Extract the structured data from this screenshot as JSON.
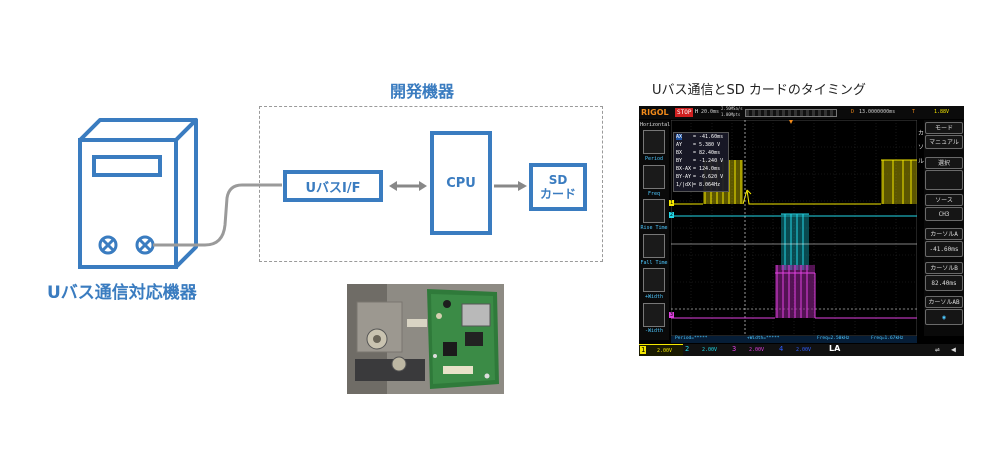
{
  "diagram": {
    "title": "開発機器",
    "device_label": "Uバス通信対応機器",
    "boxes": {
      "ubus": "UバスI/F",
      "cpu": "CPU",
      "sd_line1": "SD",
      "sd_line2": "カード"
    }
  },
  "scope": {
    "caption": "Uバス通信とSD カードのタイミング",
    "brand": "RIGOL",
    "stop": "STOP",
    "header": {
      "h_label": "H",
      "timebase": "20.0ms",
      "sample_rate": "2.50MSa/s",
      "mem_depth": "1.00Mpts",
      "d_label": "D",
      "delay": "13.0000000ms",
      "trig_label": "T",
      "trig_level": "1.88V"
    },
    "left_menu": {
      "title": "Horizontal",
      "items": [
        "Period",
        "Freq",
        "Rise Time",
        "Fall Time",
        "+Width",
        "-Width"
      ]
    },
    "measurements": [
      {
        "key": "AX",
        "value": "= -41.60ms"
      },
      {
        "key": "AY",
        "value": "= 5.380 V"
      },
      {
        "key": "BX",
        "value": "= 82.40ms"
      },
      {
        "key": "BY",
        "value": "= -1.240 V"
      },
      {
        "key": "BX-AX",
        "value": "= 124.0ms"
      },
      {
        "key": "BY-AY",
        "value": "= -6.620 V"
      },
      {
        "key": "1/|dX|",
        "value": "= 8.064Hz"
      }
    ],
    "right_menu": {
      "mode_title": "モード",
      "mode_value": "マニュアル",
      "select_title": "選択",
      "source_title": "ソース",
      "source_value": "CH3",
      "cursor_a_title": "カーソルA",
      "cursor_a_value": "-41.60ms",
      "cursor_b_title": "カーソルB",
      "cursor_b_value": "82.40ms",
      "cursor_ab_title": "カーソルAB"
    },
    "side_marks": [
      "カ",
      "ソ",
      "ル"
    ],
    "bottom_status": {
      "period": "Period=*****",
      "width": "+Width=*****",
      "freq1": "Freq=2.50kHz",
      "freq2": "Freq=1.67kHz"
    },
    "channels": [
      {
        "num": "1",
        "scale": "2.00V",
        "color": "#f5e800"
      },
      {
        "num": "2",
        "scale": "2.00V",
        "color": "#22d8e8"
      },
      {
        "num": "3",
        "scale": "2.00V",
        "color": "#e040e0"
      },
      {
        "num": "4",
        "scale": "2.00V",
        "color": "#3060ff"
      }
    ],
    "la_label": "LA",
    "channel_markers": [
      "1",
      "2",
      "3"
    ]
  }
}
